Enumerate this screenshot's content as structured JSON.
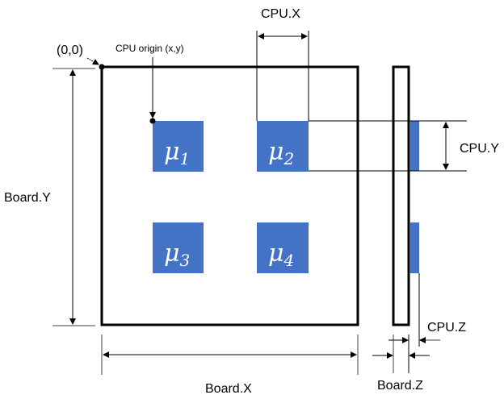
{
  "colors": {
    "cpu_fill": "#4472c4",
    "outline": "#000000",
    "extension": "#808080"
  },
  "labels": {
    "origin": "(0,0)",
    "cpu_origin": "CPU origin (x,y)",
    "cpu_x": "CPU.X",
    "cpu_y": "CPU.Y",
    "cpu_z": "CPU.Z",
    "board_x": "Board.X",
    "board_y": "Board.Y",
    "board_z": "Board.Z"
  },
  "cpus": [
    {
      "symbol": "μ",
      "index": "1"
    },
    {
      "symbol": "μ",
      "index": "2"
    },
    {
      "symbol": "μ",
      "index": "3"
    },
    {
      "symbol": "μ",
      "index": "4"
    }
  ]
}
